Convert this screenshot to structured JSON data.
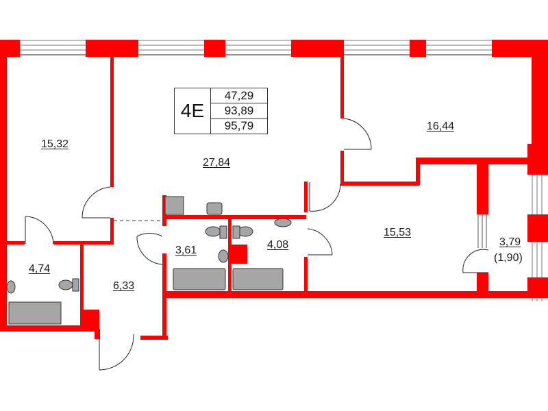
{
  "plan": {
    "unit_code": "4E",
    "areas": {
      "living": "47,29",
      "total": "93,89",
      "total_with_balcony": "95,79"
    },
    "rooms": [
      {
        "id": "bedroom-left",
        "area": "15,32"
      },
      {
        "id": "kitchen-living",
        "area": "27,84"
      },
      {
        "id": "bedroom-top-right",
        "area": "16,44"
      },
      {
        "id": "bathroom-left",
        "area": "4,74"
      },
      {
        "id": "hallway",
        "area": "6,33"
      },
      {
        "id": "bathroom-center",
        "area": "3,61"
      },
      {
        "id": "bathroom-right",
        "area": "4,08"
      },
      {
        "id": "bedroom-bottom-right",
        "area": "15,53"
      },
      {
        "id": "balcony",
        "area": "3,79",
        "reduced_area": "(1,90)"
      }
    ],
    "colors": {
      "wall": "#ff0000",
      "fixture": "#a6a6a6",
      "line": "#333333"
    }
  }
}
